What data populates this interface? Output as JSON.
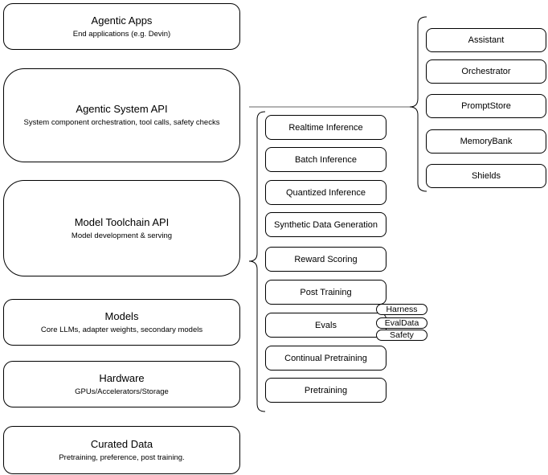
{
  "canvas": {
    "background_color": "#ffffff",
    "stroke_color": "#000000",
    "connector_color": "#666666"
  },
  "stack": {
    "items": [
      {
        "label": "Agentic Apps",
        "sublabel": "End applications (e.g. Devin)"
      },
      {
        "label": "Agentic System API",
        "sublabel": "System component orchestration, tool calls, safety checks"
      },
      {
        "label": "Model Toolchain API",
        "sublabel": "Model development & serving"
      },
      {
        "label": "Models",
        "sublabel": "Core LLMs, adapter weights, secondary models"
      },
      {
        "label": "Hardware",
        "sublabel": "GPUs/Accelerators/Storage"
      },
      {
        "label": "Curated Data",
        "sublabel": "Pretraining, preference, post training."
      }
    ]
  },
  "toolchain_services": {
    "items": [
      "Realtime Inference",
      "Batch Inference",
      "Quantized Inference",
      "Synthetic Data Generation",
      "Reward Scoring",
      "Post Training",
      "Evals",
      "Continual Pretraining",
      "Pretraining"
    ]
  },
  "eval_tags": {
    "items": [
      "Harness",
      "EvalData",
      "Safety"
    ]
  },
  "system_components": {
    "items": [
      "Assistant",
      "Orchestrator",
      "PromptStore",
      "MemoryBank",
      "Shields"
    ]
  }
}
